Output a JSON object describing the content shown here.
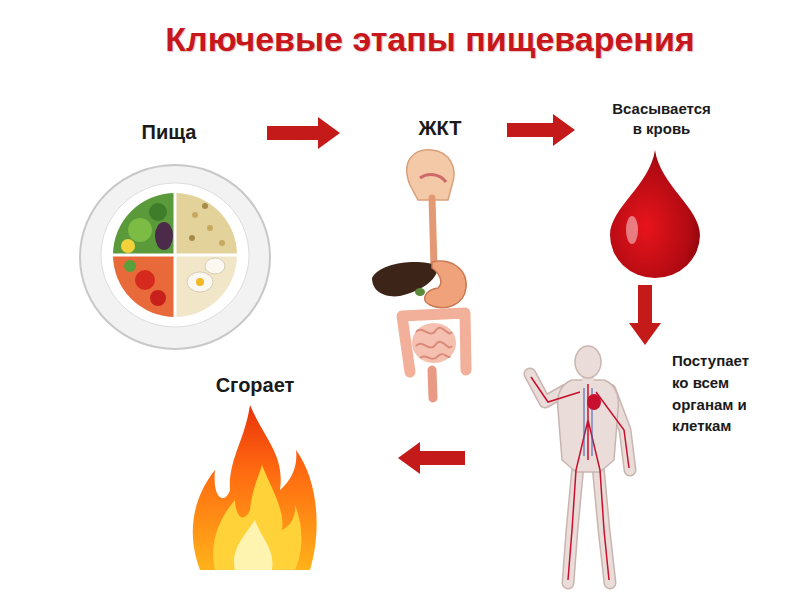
{
  "diagram": {
    "title": "Ключевые этапы пищеварения",
    "nodes": [
      {
        "text": [
          "Пища"
        ]
      },
      {
        "text": [
          "ЖКТ"
        ]
      },
      {
        "text": [
          "Всасывается в кровь"
        ]
      },
      {
        "text": [
          "Поступает ко всем органам и клеткам"
        ]
      },
      {
        "text": [
          "Сгорает"
        ]
      }
    ],
    "edges": [
      {
        "from": 0,
        "to": 1,
        "arrow": "to"
      },
      {
        "from": 1,
        "to": 2,
        "arrow": "to"
      },
      {
        "from": 2,
        "to": 3,
        "arrow": "to"
      },
      {
        "from": 3,
        "to": 4,
        "arrow": "to"
      }
    ]
  }
}
